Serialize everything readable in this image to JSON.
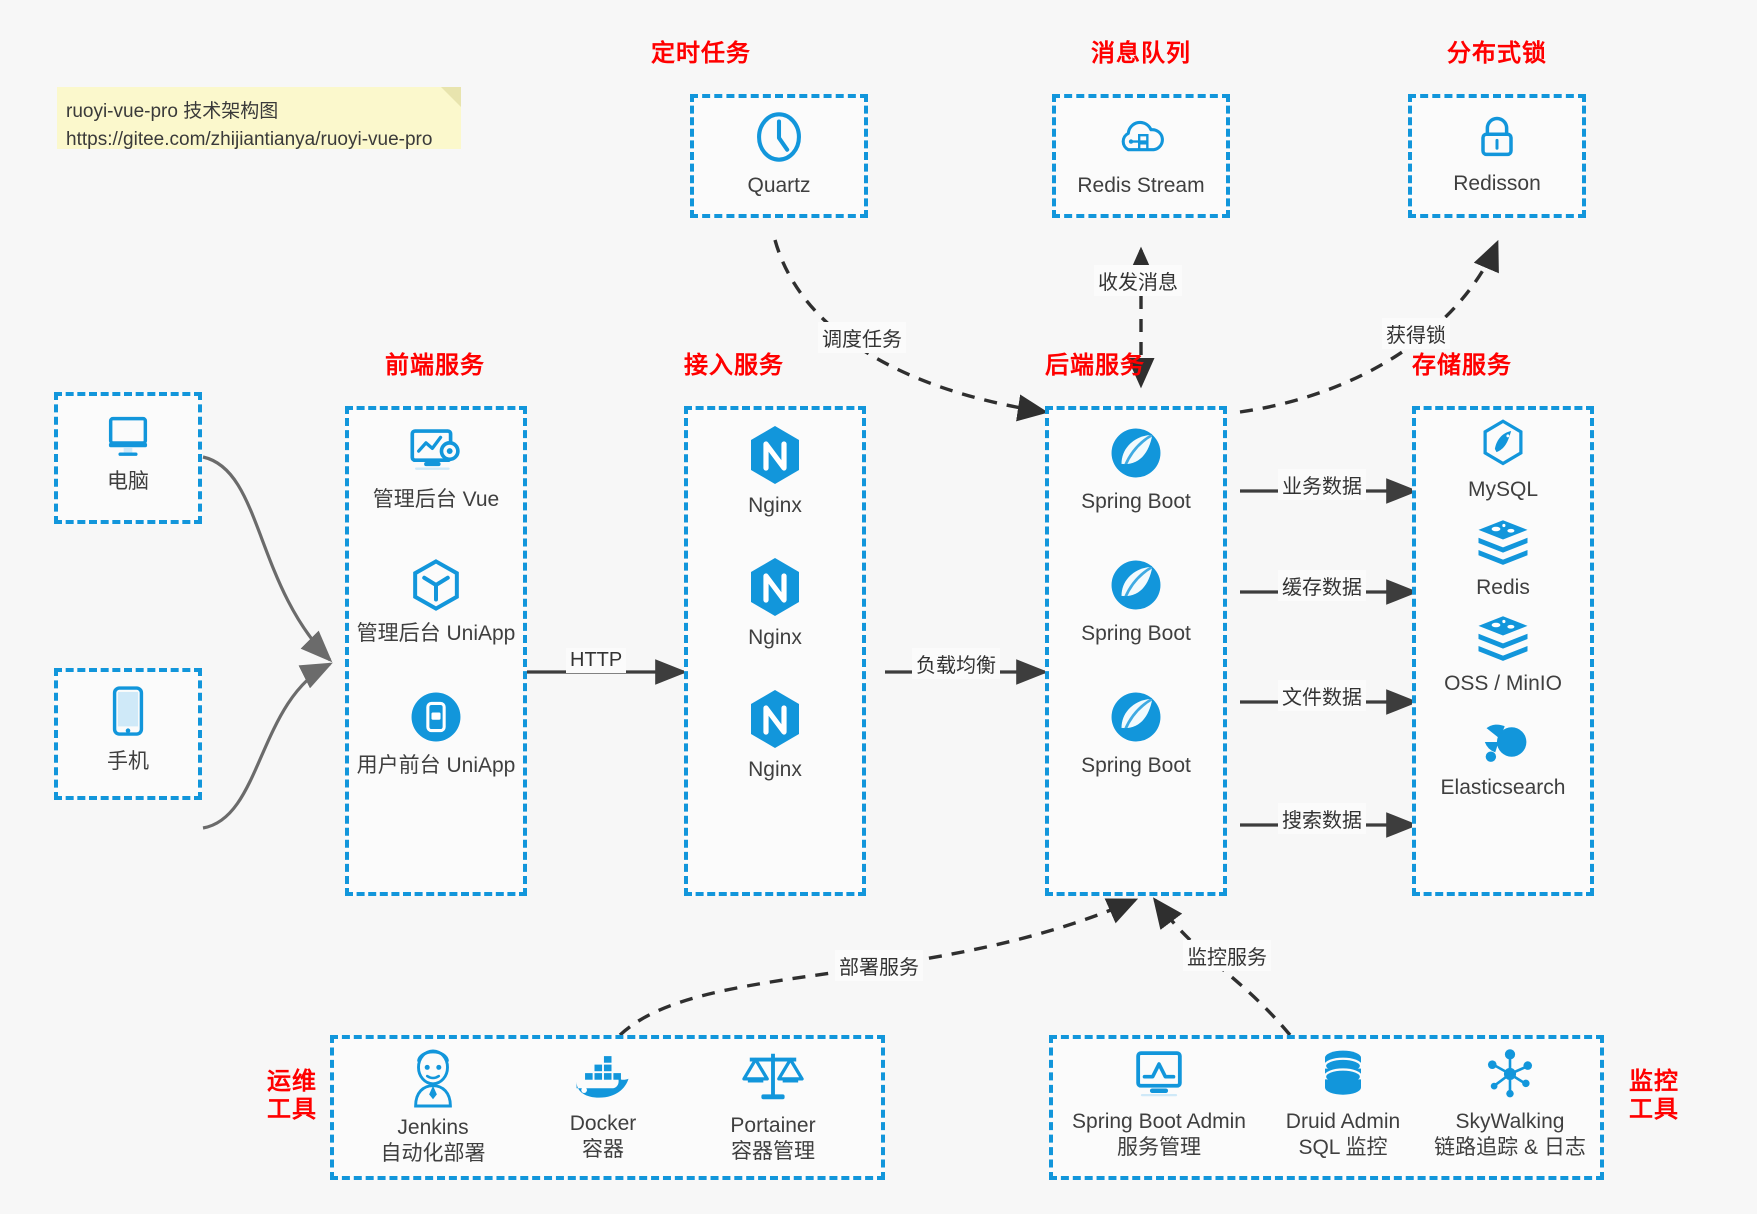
{
  "note": {
    "line1": "ruoyi-vue-pro 技术架构图",
    "line2": "https://gitee.com/zhijiantianya/ruoyi-vue-pro"
  },
  "groups": {
    "scheduler": {
      "title": "定时任务",
      "items": [
        {
          "label": "Quartz",
          "icon": "clock-icon"
        }
      ]
    },
    "mq": {
      "title": "消息队列",
      "items": [
        {
          "label": "Redis Stream",
          "icon": "cloud-stream-icon"
        }
      ]
    },
    "lock": {
      "title": "分布式锁",
      "items": [
        {
          "label": "Redisson",
          "icon": "padlock-icon"
        }
      ]
    },
    "clients": {
      "title": "",
      "items": [
        {
          "label": "电脑",
          "icon": "desktop-monitor-icon"
        },
        {
          "label": "手机",
          "icon": "mobile-phone-icon"
        }
      ]
    },
    "frontend": {
      "title": "前端服务",
      "items": [
        {
          "label": "管理后台 Vue",
          "icon": "dashboard-settings-icon"
        },
        {
          "label": "管理后台 UniApp",
          "icon": "hexagon-cube-icon"
        },
        {
          "label": "用户前台 UniApp",
          "icon": "mobile-app-icon"
        }
      ]
    },
    "gateway": {
      "title": "接入服务",
      "items": [
        {
          "label": "Nginx",
          "icon": "nginx-icon"
        },
        {
          "label": "Nginx",
          "icon": "nginx-icon"
        },
        {
          "label": "Nginx",
          "icon": "nginx-icon"
        }
      ]
    },
    "backend": {
      "title": "后端服务",
      "items": [
        {
          "label": "Spring Boot",
          "icon": "spring-boot-icon"
        },
        {
          "label": "Spring Boot",
          "icon": "spring-boot-icon"
        },
        {
          "label": "Spring Boot",
          "icon": "spring-boot-icon"
        }
      ]
    },
    "storage": {
      "title": "存储服务",
      "items": [
        {
          "label": "MySQL",
          "icon": "mysql-dolphin-icon"
        },
        {
          "label": "Redis",
          "icon": "redis-stack-icon"
        },
        {
          "label": "OSS / MinIO",
          "icon": "object-storage-icon"
        },
        {
          "label": "Elasticsearch",
          "icon": "elasticsearch-icon"
        }
      ]
    },
    "devops": {
      "title": "运维\n工具",
      "items": [
        {
          "label": "Jenkins",
          "sublabel": "自动化部署",
          "icon": "jenkins-butler-icon"
        },
        {
          "label": "Docker",
          "sublabel": "容器",
          "icon": "docker-whale-icon"
        },
        {
          "label": "Portainer",
          "sublabel": "容器管理",
          "icon": "scales-balance-icon"
        }
      ]
    },
    "monitor": {
      "title": "监控\n工具",
      "items": [
        {
          "label": "Spring Boot Admin",
          "sublabel": "服务管理",
          "icon": "monitor-chart-icon"
        },
        {
          "label": "Druid Admin",
          "sublabel": "SQL 监控",
          "icon": "database-cylinder-icon"
        },
        {
          "label": "SkyWalking",
          "sublabel": "链路追踪 & 日志",
          "icon": "network-nodes-icon"
        }
      ]
    }
  },
  "edges": {
    "http": "HTTP",
    "load_balance": "负载均衡",
    "schedule_task": "调度任务",
    "send_receive_message": "收发消息",
    "acquire_lock": "获得锁",
    "business_data": "业务数据",
    "cache_data": "缓存数据",
    "file_data": "文件数据",
    "search_data": "搜索数据",
    "deploy_service": "部署服务",
    "monitor_service": "监控服务"
  },
  "colors": {
    "accent": "#1296db",
    "title": "#ff0000",
    "edge": "#4a4a4a",
    "background": "#f7f7f7",
    "note": "#fbf8cc"
  }
}
